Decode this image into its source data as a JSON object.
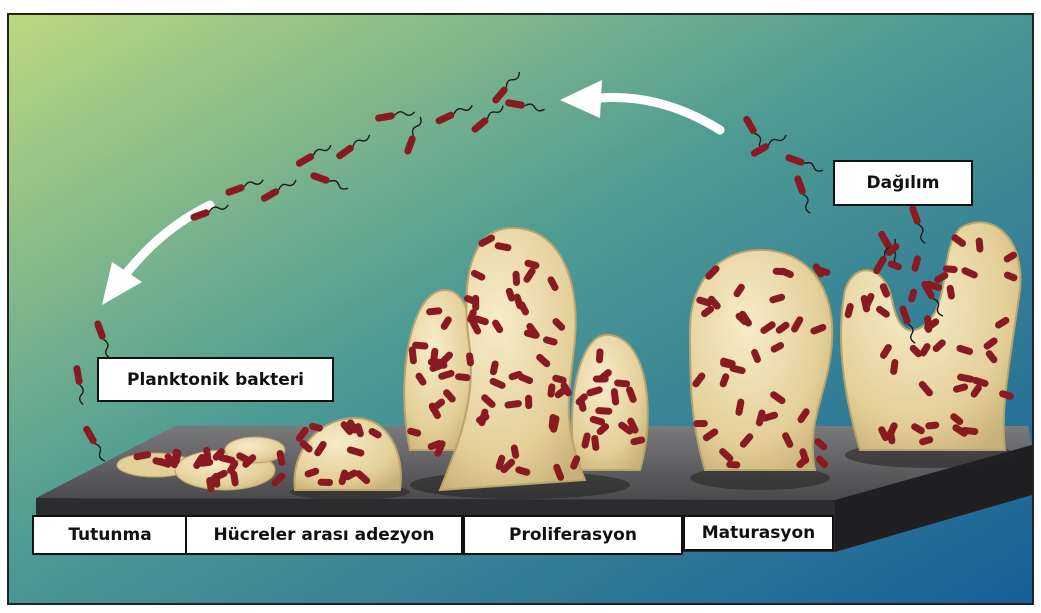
{
  "labels": {
    "dispersal": "Dağılım",
    "planktonic": "Planktonik bakteri",
    "attachment": "Tutunma",
    "adhesion": "Hücreler arası adezyon",
    "proliferation": "Proliferasyon",
    "maturation": "Maturasyon"
  },
  "colors": {
    "background_top_left": "#b9d77e",
    "background_bottom_right": "#1b6aa0",
    "surface_top": "#5c5c5e",
    "surface_side": "#2b2b2d",
    "biofilm": "#e8d6a4",
    "biofilm_edge": "#c8b37c",
    "bacteria": "#8a1a22",
    "arrow": "#ffffff"
  }
}
